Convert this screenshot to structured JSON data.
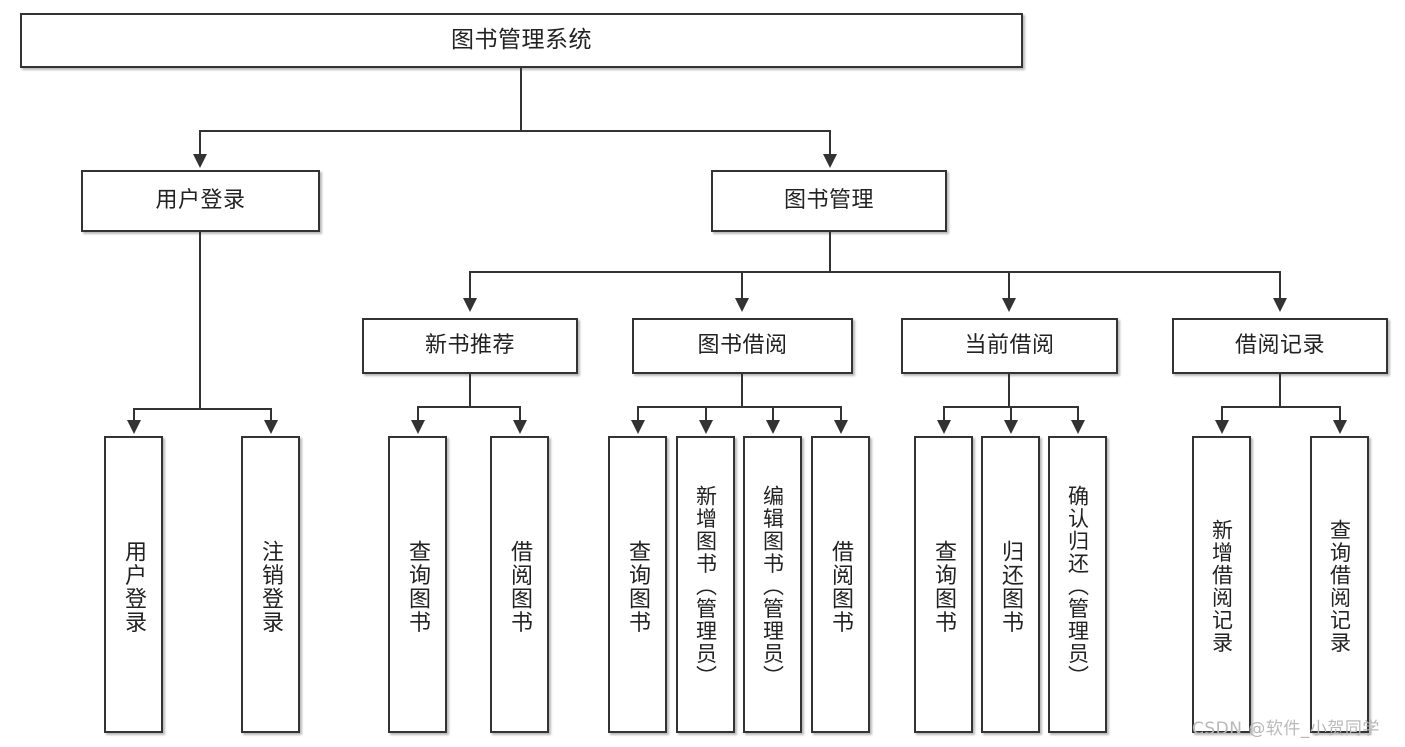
{
  "diagram": {
    "title": "图书管理系统",
    "type": "tree-hierarchy",
    "watermark": "CSDN @软件_小贺同学",
    "colors": {
      "border": "#333333",
      "background": "#ffffff",
      "text": "#222222",
      "watermark": "#b9b9b9"
    },
    "levels": {
      "root": {
        "label": "图书管理系统"
      },
      "level2": [
        {
          "label": "用户登录"
        },
        {
          "label": "图书管理"
        }
      ],
      "level3": [
        {
          "label": "新书推荐"
        },
        {
          "label": "图书借阅"
        },
        {
          "label": "当前借阅"
        },
        {
          "label": "借阅记录"
        }
      ],
      "leaves": {
        "user_login": [
          {
            "label": "用户登录"
          },
          {
            "label": "注销登录"
          }
        ],
        "new_book_recommend": [
          {
            "label": "查询图书"
          },
          {
            "label": "借阅图书"
          }
        ],
        "book_borrow": [
          {
            "label": "查询图书"
          },
          {
            "label": "新增图书（管理员）"
          },
          {
            "label": "编辑图书（管理员）"
          },
          {
            "label": "借阅图书"
          }
        ],
        "current_borrow": [
          {
            "label": "查询图书"
          },
          {
            "label": "归还图书"
          },
          {
            "label": "确认归还（管理员）"
          }
        ],
        "borrow_record": [
          {
            "label": "新增借阅记录"
          },
          {
            "label": "查询借阅记录"
          }
        ]
      }
    }
  }
}
